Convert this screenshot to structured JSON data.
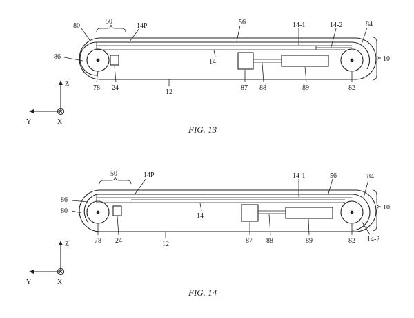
{
  "figures": [
    {
      "caption": "FIG. 13",
      "labels": {
        "l80": "80",
        "l50": "50",
        "l14P": "14P",
        "l56": "56",
        "l14_1": "14-1",
        "l14_2": "14-2",
        "l84": "84",
        "l86": "86",
        "l14": "14",
        "l10": "10",
        "l78": "78",
        "l24": "24",
        "l12": "12",
        "l87": "87",
        "l88": "88",
        "l89": "89",
        "l82": "82"
      },
      "axes": {
        "z": "Z",
        "y": "Y",
        "x": "X"
      }
    },
    {
      "caption": "FIG. 14",
      "labels": {
        "l50": "50",
        "l14P": "14P",
        "l14_1": "14-1",
        "l56": "56",
        "l84": "84",
        "l86": "86",
        "l80": "80",
        "l14": "14",
        "l10": "10",
        "l78": "78",
        "l24": "24",
        "l12": "12",
        "l87": "87",
        "l88": "88",
        "l89": "89",
        "l82": "82",
        "l14_2": "14-2"
      },
      "axes": {
        "z": "Z",
        "y": "Y",
        "x": "X"
      }
    }
  ]
}
